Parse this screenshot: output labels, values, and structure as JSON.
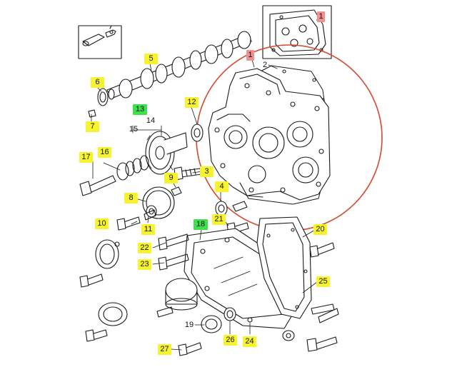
{
  "colors": {
    "highlight_yellow": "#f7f32e",
    "highlight_green": "#3fe04f",
    "highlight_pink": "#ef8f90",
    "circle_red": "#d9472e",
    "line": "#1a1a1a"
  },
  "callouts": [
    {
      "id": "c1a",
      "text": "1",
      "style": "pink"
    },
    {
      "id": "c1b",
      "text": "1",
      "style": "pink"
    },
    {
      "id": "c2",
      "text": "2",
      "style": "plain"
    },
    {
      "id": "c3",
      "text": "3",
      "style": "yellow"
    },
    {
      "id": "c4",
      "text": "4",
      "style": "yellow"
    },
    {
      "id": "c5",
      "text": "5",
      "style": "yellow"
    },
    {
      "id": "c6",
      "text": "6",
      "style": "yellow"
    },
    {
      "id": "c7",
      "text": "7",
      "style": "yellow"
    },
    {
      "id": "c8",
      "text": "8",
      "style": "yellow"
    },
    {
      "id": "c9",
      "text": "9",
      "style": "yellow"
    },
    {
      "id": "c10",
      "text": "10",
      "style": "yellow"
    },
    {
      "id": "c11",
      "text": "11",
      "style": "yellow"
    },
    {
      "id": "c12",
      "text": "12",
      "style": "yellow"
    },
    {
      "id": "c13",
      "text": "13",
      "style": "green"
    },
    {
      "id": "c14",
      "text": "14",
      "style": "plain"
    },
    {
      "id": "c15",
      "text": "15",
      "style": "plain"
    },
    {
      "id": "c16",
      "text": "16",
      "style": "yellow"
    },
    {
      "id": "c17",
      "text": "17",
      "style": "yellow"
    },
    {
      "id": "c18",
      "text": "18",
      "style": "green"
    },
    {
      "id": "c19",
      "text": "19",
      "style": "plain"
    },
    {
      "id": "c20",
      "text": "20",
      "style": "yellow"
    },
    {
      "id": "c21",
      "text": "21",
      "style": "yellow"
    },
    {
      "id": "c22",
      "text": "22",
      "style": "yellow"
    },
    {
      "id": "c23",
      "text": "23",
      "style": "yellow"
    },
    {
      "id": "c24",
      "text": "24",
      "style": "yellow"
    },
    {
      "id": "c25",
      "text": "25",
      "style": "yellow"
    },
    {
      "id": "c26",
      "text": "26",
      "style": "yellow"
    },
    {
      "id": "c27",
      "text": "27",
      "style": "yellow"
    }
  ]
}
